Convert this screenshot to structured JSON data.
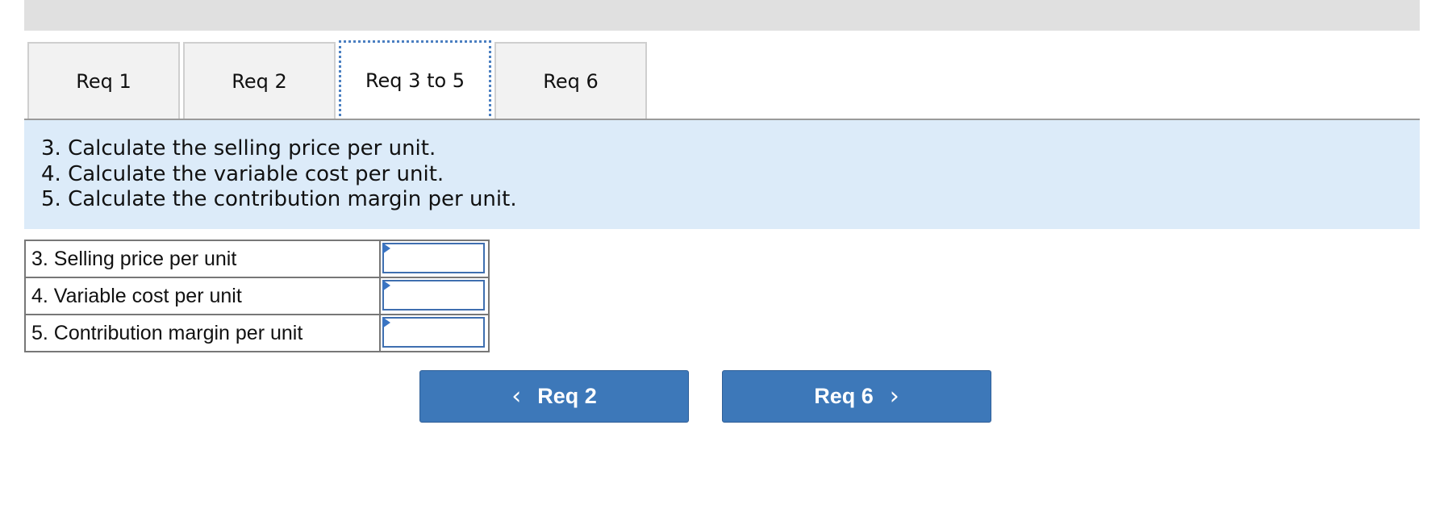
{
  "tabs": [
    {
      "label": "Req 1",
      "active": false
    },
    {
      "label": "Req 2",
      "active": false
    },
    {
      "label": "Req 3 to 5",
      "active": true
    },
    {
      "label": "Req 6",
      "active": false
    }
  ],
  "instructions": [
    "3. Calculate the selling price per unit.",
    "4. Calculate the variable cost per unit.",
    "5. Calculate the contribution margin per unit."
  ],
  "answer_rows": [
    {
      "label": "3. Selling price per unit",
      "value": ""
    },
    {
      "label": "4. Variable cost per unit",
      "value": ""
    },
    {
      "label": "5. Contribution margin per unit",
      "value": ""
    }
  ],
  "navigation": {
    "prev_label": "Req 2",
    "prev_icon": "chevron-left-icon",
    "next_label": "Req 6",
    "next_icon": "chevron-right-icon"
  },
  "colors": {
    "button_blue": "#3d78b9",
    "instructions_bg": "#dcebf9",
    "top_bar_bg": "#e0e0e0",
    "active_tab_border": "#4a7fc1"
  }
}
